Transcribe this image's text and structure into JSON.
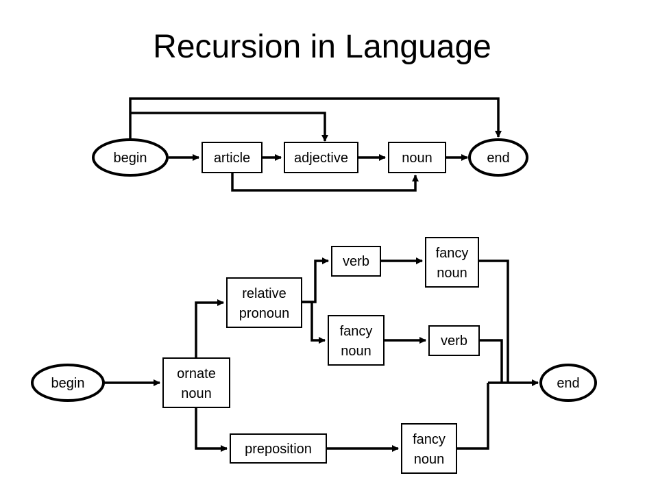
{
  "title": "Recursion in Language",
  "colors": {
    "stroke": "#000000",
    "background": "#ffffff"
  },
  "top": {
    "begin": "begin",
    "article": "article",
    "adjective": "adjective",
    "noun": "noun",
    "end": "end"
  },
  "bottom": {
    "begin": "begin",
    "ornate_noun": [
      "ornate",
      "noun"
    ],
    "relative_pronoun": [
      "relative",
      "pronoun"
    ],
    "verb_upper": "verb",
    "fancy_noun_upper": [
      "fancy",
      "noun"
    ],
    "fancy_noun_middle": [
      "fancy",
      "noun"
    ],
    "verb_middle": "verb",
    "preposition": "preposition",
    "fancy_noun_lower": [
      "fancy",
      "noun"
    ],
    "end": "end"
  }
}
